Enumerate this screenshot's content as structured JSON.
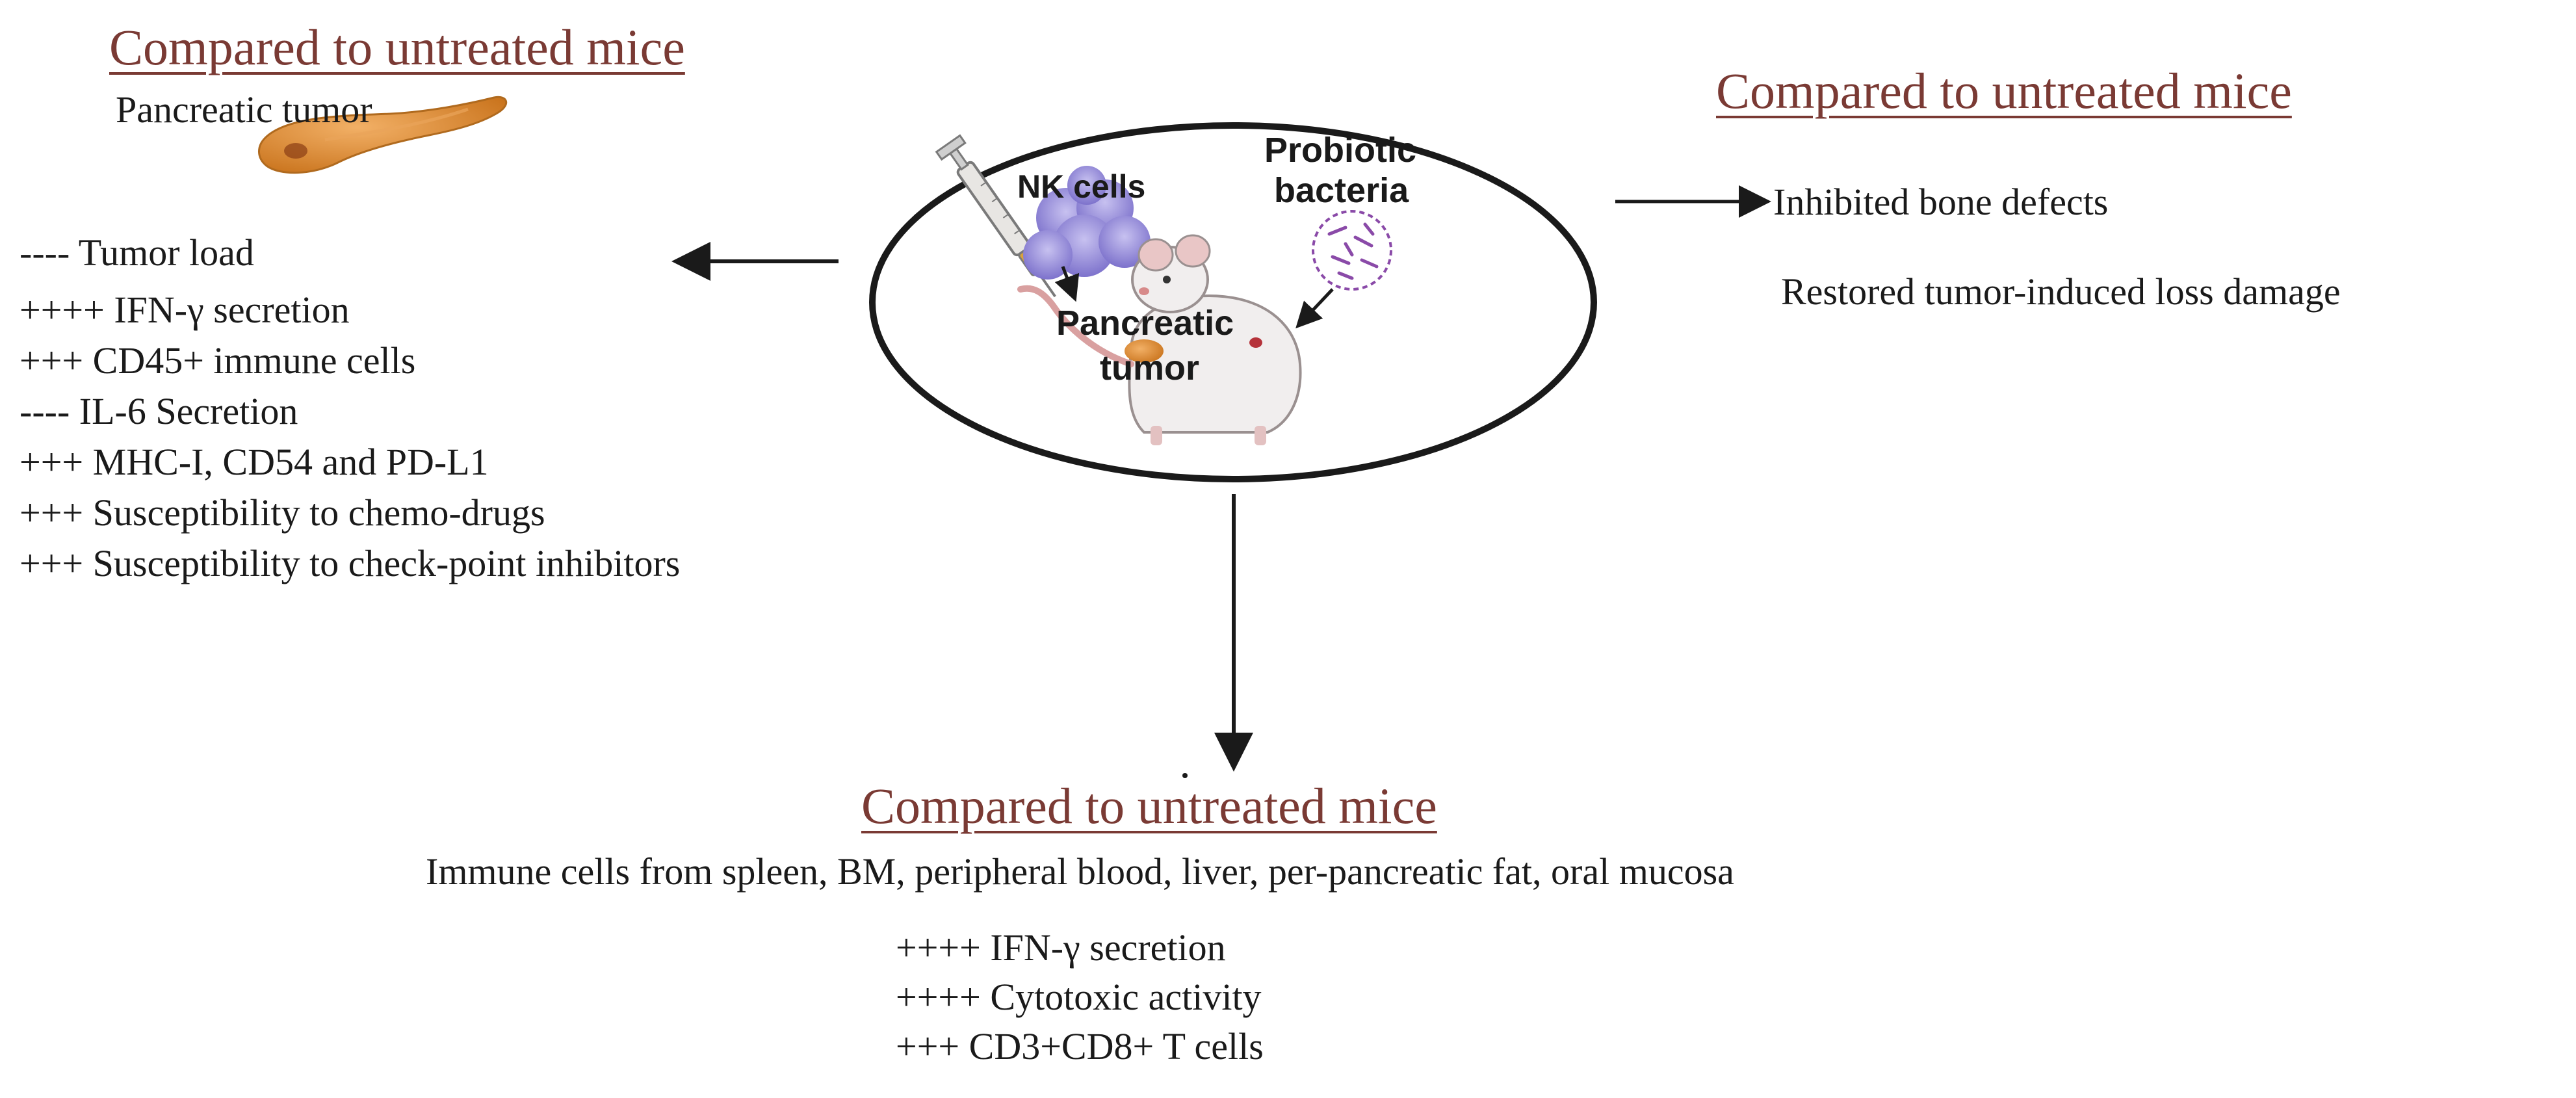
{
  "left_panel": {
    "heading": "Compared to untreated mice",
    "subheading": "Pancreatic tumor",
    "items": [
      "---- Tumor load",
      "++++ IFN-γ secretion",
      "+++ CD45+ immune cells",
      "---- IL-6 Secretion",
      "+++ MHC-I, CD54 and PD-L1",
      "+++ Susceptibility to chemo-drugs",
      "+++ Susceptibility to check-point inhibitors"
    ]
  },
  "right_panel": {
    "heading": "Compared to untreated mice",
    "items": [
      "Inhibited bone defects",
      "Restored tumor-induced loss damage"
    ]
  },
  "center_panel": {
    "nk_label": "NK cells",
    "probiotic_label_line1": "Probiotic",
    "probiotic_label_line2": "bacteria",
    "tumor_label_line1": "Pancreatic",
    "tumor_label_line2": "tumor"
  },
  "bottom_panel": {
    "heading": "Compared to untreated mice",
    "subheading": "Immune cells from spleen, BM, peripheral blood, liver, per-pancreatic fat, oral mucosa",
    "items": [
      "++++ IFN-γ secretion",
      "++++ Cytotoxic activity",
      "+++ CD3+CD8+ T cells"
    ]
  },
  "colors": {
    "heading": "#7a3a34",
    "text": "#1a1a1a",
    "nk_cells": "#8b82d4",
    "tumor_organ": "#d98a2b",
    "mouse_body": "#f1eeee",
    "bacteria": "#8a4aa8"
  }
}
